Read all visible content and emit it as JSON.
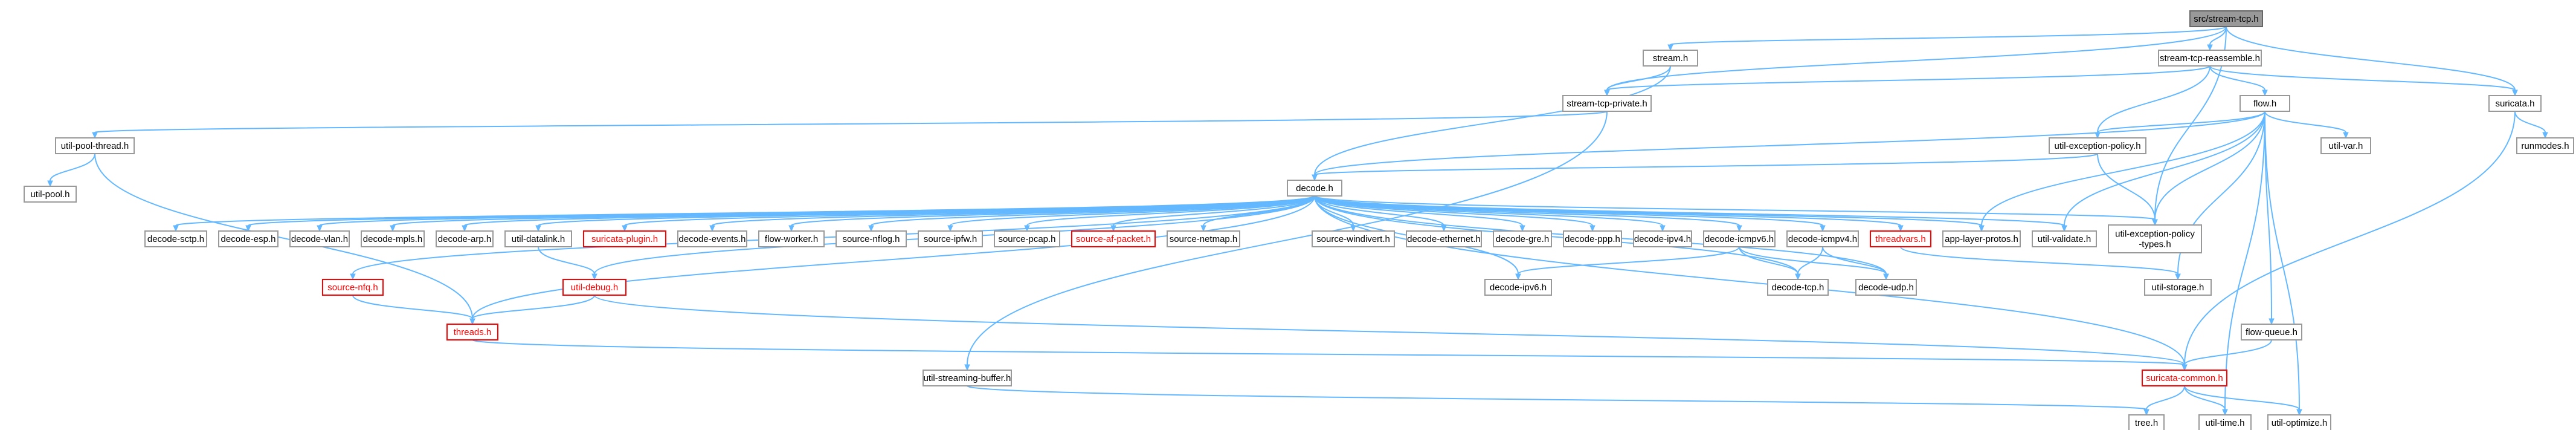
{
  "graph": {
    "nodes": [
      {
        "id": "n_stream_tcp",
        "label": "src/stream-tcp.h",
        "style": "current"
      },
      {
        "id": "n_stream_h",
        "label": "stream.h"
      },
      {
        "id": "n_reassemble",
        "label": "stream-tcp-reassemble.h"
      },
      {
        "id": "n_suricata_h",
        "label": "suricata.h"
      },
      {
        "id": "n_private",
        "label": "stream-tcp-private.h"
      },
      {
        "id": "n_flow",
        "label": "flow.h"
      },
      {
        "id": "n_runmodes",
        "label": "runmodes.h"
      },
      {
        "id": "n_poolthread",
        "label": "util-pool-thread.h"
      },
      {
        "id": "n_exception",
        "label": "util-exception-policy.h"
      },
      {
        "id": "n_utilvar",
        "label": "util-var.h"
      },
      {
        "id": "n_utilpool",
        "label": "util-pool.h"
      },
      {
        "id": "n_decode",
        "label": "decode.h"
      },
      {
        "id": "n_sctp",
        "label": "decode-sctp.h"
      },
      {
        "id": "n_esp",
        "label": "decode-esp.h"
      },
      {
        "id": "n_vlan",
        "label": "decode-vlan.h"
      },
      {
        "id": "n_mpls",
        "label": "decode-mpls.h"
      },
      {
        "id": "n_arp",
        "label": "decode-arp.h"
      },
      {
        "id": "n_datalink",
        "label": "util-datalink.h"
      },
      {
        "id": "n_plugin",
        "label": "suricata-plugin.h",
        "style": "missing"
      },
      {
        "id": "n_events",
        "label": "decode-events.h"
      },
      {
        "id": "n_flowworker",
        "label": "flow-worker.h"
      },
      {
        "id": "n_nflog",
        "label": "source-nflog.h"
      },
      {
        "id": "n_ipfw",
        "label": "source-ipfw.h"
      },
      {
        "id": "n_pcap",
        "label": "source-pcap.h"
      },
      {
        "id": "n_afpacket",
        "label": "source-af-packet.h",
        "style": "missing"
      },
      {
        "id": "n_netmap",
        "label": "source-netmap.h"
      },
      {
        "id": "n_windivert",
        "label": "source-windivert.h"
      },
      {
        "id": "n_ethernet",
        "label": "decode-ethernet.h"
      },
      {
        "id": "n_gre",
        "label": "decode-gre.h"
      },
      {
        "id": "n_ppp",
        "label": "decode-ppp.h"
      },
      {
        "id": "n_ipv4",
        "label": "decode-ipv4.h"
      },
      {
        "id": "n_icmpv6",
        "label": "decode-icmpv6.h"
      },
      {
        "id": "n_icmpv4",
        "label": "decode-icmpv4.h"
      },
      {
        "id": "n_threadvars",
        "label": "threadvars.h",
        "style": "missing"
      },
      {
        "id": "n_applayer",
        "label": "app-layer-protos.h"
      },
      {
        "id": "n_validate",
        "label": "util-validate.h"
      },
      {
        "id": "n_exctypes",
        "label": [
          "util-exception-policy",
          "-types.h"
        ]
      },
      {
        "id": "n_nfq",
        "label": "source-nfq.h",
        "style": "missing"
      },
      {
        "id": "n_debug",
        "label": "util-debug.h",
        "style": "missing"
      },
      {
        "id": "n_ipv6",
        "label": "decode-ipv6.h"
      },
      {
        "id": "n_tcp",
        "label": "decode-tcp.h"
      },
      {
        "id": "n_udp",
        "label": "decode-udp.h"
      },
      {
        "id": "n_storage",
        "label": "util-storage.h"
      },
      {
        "id": "n_threads",
        "label": "threads.h",
        "style": "missing"
      },
      {
        "id": "n_flowqueue",
        "label": "flow-queue.h"
      },
      {
        "id": "n_streaming",
        "label": "util-streaming-buffer.h"
      },
      {
        "id": "n_common",
        "label": "suricata-common.h",
        "style": "missing"
      },
      {
        "id": "n_tree",
        "label": "tree.h"
      },
      {
        "id": "n_utiltime",
        "label": "util-time.h"
      },
      {
        "id": "n_optimize",
        "label": "util-optimize.h"
      }
    ],
    "edges": [
      [
        "n_stream_tcp",
        "n_stream_h"
      ],
      [
        "n_stream_tcp",
        "n_reassemble"
      ],
      [
        "n_stream_tcp",
        "n_suricata_h"
      ],
      [
        "n_stream_tcp",
        "n_private"
      ],
      [
        "n_stream_tcp",
        "n_exctypes"
      ],
      [
        "n_stream_h",
        "n_private"
      ],
      [
        "n_stream_h",
        "n_decode"
      ],
      [
        "n_reassemble",
        "n_private"
      ],
      [
        "n_reassemble",
        "n_flow"
      ],
      [
        "n_reassemble",
        "n_suricata_h"
      ],
      [
        "n_reassemble",
        "n_exception"
      ],
      [
        "n_suricata_h",
        "n_runmodes"
      ],
      [
        "n_suricata_h",
        "n_common"
      ],
      [
        "n_private",
        "n_poolthread"
      ],
      [
        "n_private",
        "n_streaming"
      ],
      [
        "n_flow",
        "n_exception"
      ],
      [
        "n_flow",
        "n_utilvar"
      ],
      [
        "n_flow",
        "n_decode"
      ],
      [
        "n_flow",
        "n_applayer"
      ],
      [
        "n_flow",
        "n_validate"
      ],
      [
        "n_flow",
        "n_exctypes"
      ],
      [
        "n_flow",
        "n_storage"
      ],
      [
        "n_flow",
        "n_flowqueue"
      ],
      [
        "n_flow",
        "n_utiltime"
      ],
      [
        "n_flow",
        "n_optimize"
      ],
      [
        "n_poolthread",
        "n_utilpool"
      ],
      [
        "n_poolthread",
        "n_threads"
      ],
      [
        "n_exception",
        "n_decode"
      ],
      [
        "n_exception",
        "n_exctypes"
      ],
      [
        "n_decode",
        "n_sctp"
      ],
      [
        "n_decode",
        "n_esp"
      ],
      [
        "n_decode",
        "n_vlan"
      ],
      [
        "n_decode",
        "n_mpls"
      ],
      [
        "n_decode",
        "n_arp"
      ],
      [
        "n_decode",
        "n_datalink"
      ],
      [
        "n_decode",
        "n_plugin"
      ],
      [
        "n_decode",
        "n_events"
      ],
      [
        "n_decode",
        "n_flowworker"
      ],
      [
        "n_decode",
        "n_nflog"
      ],
      [
        "n_decode",
        "n_ipfw"
      ],
      [
        "n_decode",
        "n_pcap"
      ],
      [
        "n_decode",
        "n_afpacket"
      ],
      [
        "n_decode",
        "n_netmap"
      ],
      [
        "n_decode",
        "n_windivert"
      ],
      [
        "n_decode",
        "n_ethernet"
      ],
      [
        "n_decode",
        "n_gre"
      ],
      [
        "n_decode",
        "n_ppp"
      ],
      [
        "n_decode",
        "n_ipv4"
      ],
      [
        "n_decode",
        "n_icmpv6"
      ],
      [
        "n_decode",
        "n_icmpv4"
      ],
      [
        "n_decode",
        "n_threadvars"
      ],
      [
        "n_decode",
        "n_applayer"
      ],
      [
        "n_decode",
        "n_validate"
      ],
      [
        "n_decode",
        "n_exctypes"
      ],
      [
        "n_decode",
        "n_nfq"
      ],
      [
        "n_decode",
        "n_debug"
      ],
      [
        "n_decode",
        "n_ipv6"
      ],
      [
        "n_decode",
        "n_tcp"
      ],
      [
        "n_decode",
        "n_udp"
      ],
      [
        "n_decode",
        "n_threads"
      ],
      [
        "n_decode",
        "n_common"
      ],
      [
        "n_datalink",
        "n_debug"
      ],
      [
        "n_icmpv6",
        "n_ipv6"
      ],
      [
        "n_icmpv6",
        "n_tcp"
      ],
      [
        "n_icmpv6",
        "n_udp"
      ],
      [
        "n_icmpv4",
        "n_tcp"
      ],
      [
        "n_icmpv4",
        "n_udp"
      ],
      [
        "n_threadvars",
        "n_storage"
      ],
      [
        "n_nfq",
        "n_threads"
      ],
      [
        "n_debug",
        "n_threads"
      ],
      [
        "n_debug",
        "n_common"
      ],
      [
        "n_threads",
        "n_common"
      ],
      [
        "n_flowqueue",
        "n_common"
      ],
      [
        "n_streaming",
        "n_tree"
      ],
      [
        "n_common",
        "n_tree"
      ],
      [
        "n_common",
        "n_utiltime"
      ],
      [
        "n_common",
        "n_optimize"
      ]
    ]
  },
  "colors": {
    "edge": "#63b8ff",
    "node_border": "#999999",
    "current_fill": "#999999",
    "missing_border": "#ff0000"
  }
}
